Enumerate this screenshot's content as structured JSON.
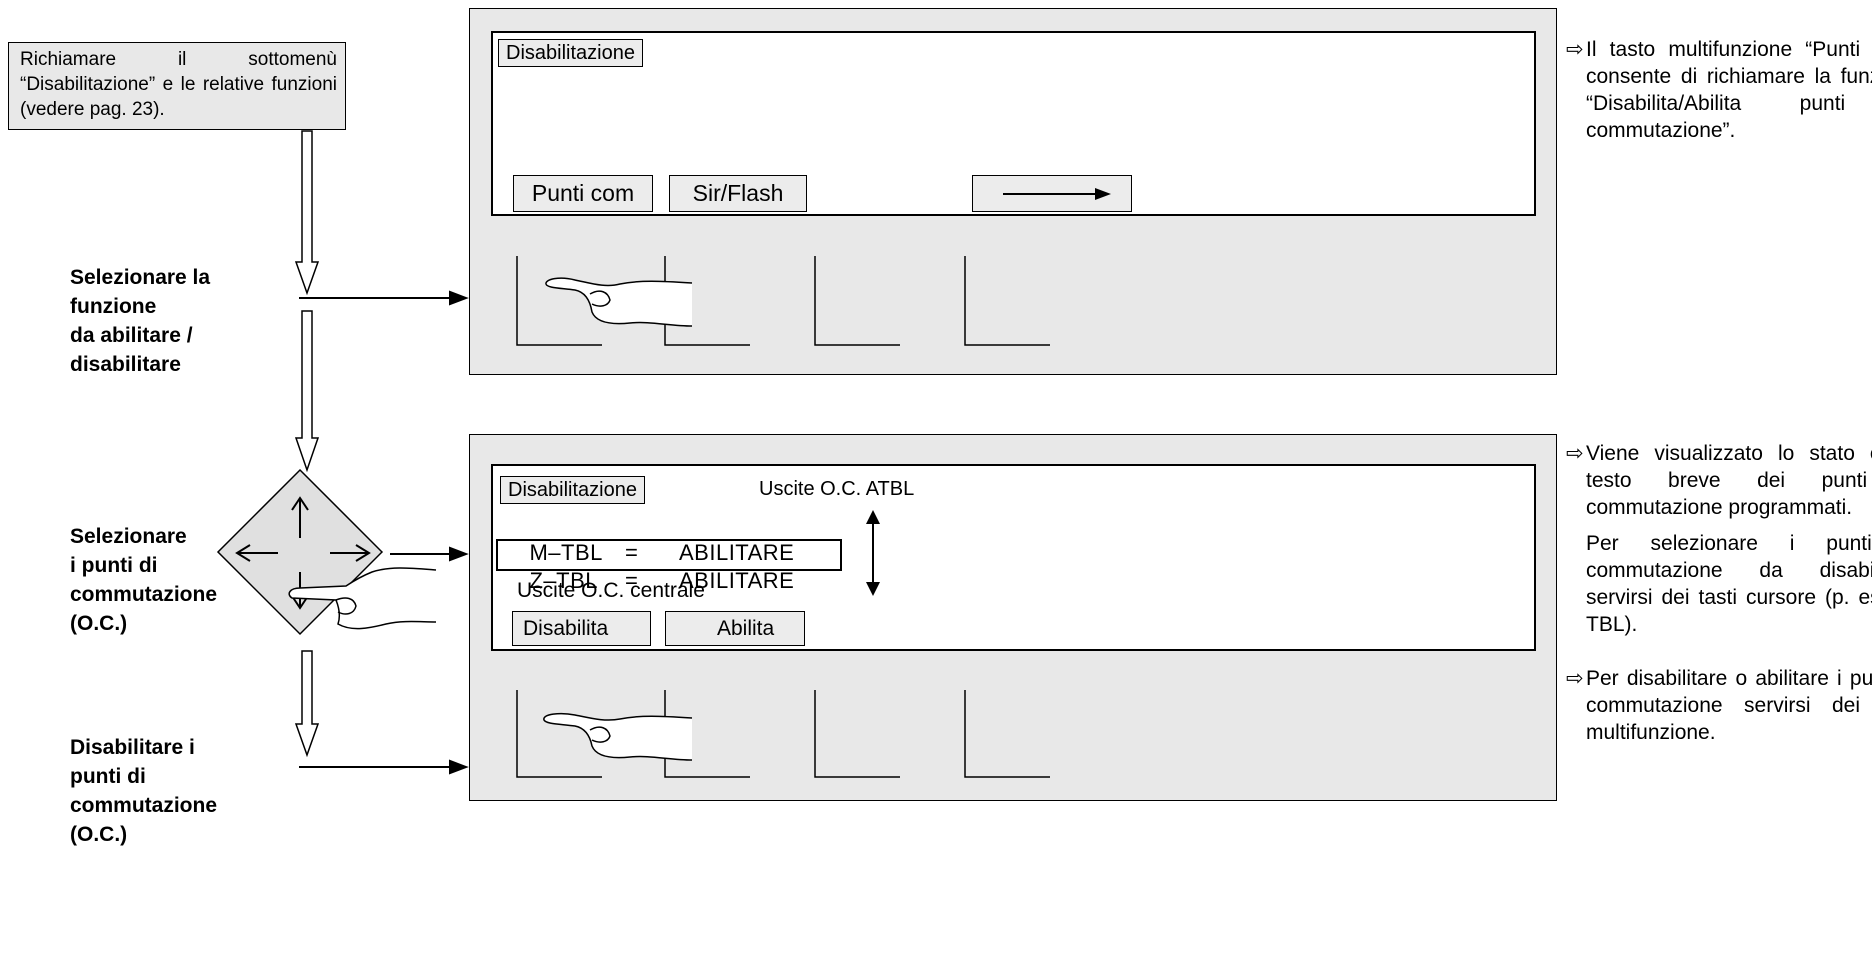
{
  "intro_box": {
    "text": "Richiamare il sottomenù “Disabilitazione” e le relative funzioni (vedere pag. 23)."
  },
  "steps": [
    {
      "label_lines": [
        "Selezionare la",
        "funzione",
        "da abilitare /",
        "disabilitare"
      ]
    },
    {
      "label_lines": [
        "Selezionare",
        "i punti di",
        "commutazione",
        "(O.C.)"
      ]
    },
    {
      "label_lines": [
        "Disabilitare i",
        "punti di",
        "commutazione",
        "(O.C.)"
      ]
    }
  ],
  "panel1": {
    "menu_tag": "Disabilitazione",
    "softkeys": [
      "Punti com",
      "Sir/Flash"
    ]
  },
  "panel2": {
    "menu_tag": "Disabilitazione",
    "header": "Uscite O.C. ATBL",
    "rows": [
      {
        "name": "M–TBL",
        "eq": "=",
        "value": "ABILITARE"
      },
      {
        "name": "Z–TBL",
        "eq": "=",
        "value": "ABILITARE"
      }
    ],
    "group_label": "Uscite O.C. centrale",
    "softkeys": [
      "Disabilita",
      "Abilita"
    ]
  },
  "notes": [
    {
      "arrow": "⇨",
      "text": "Il tasto multifunzione “Punti com” consente di richiamare la funzione “Disabilita/Abilita punti di commutazione”."
    },
    {
      "arrow": "⇨",
      "text": "Viene visualizzato lo stato e un testo breve dei punti di commutazione programmati."
    },
    {
      "arrow": "",
      "text": "Per selezionare i punti di commutazione da disabilitare servirsi dei tasti cursore (p. es. Z–TBL)."
    },
    {
      "arrow": "⇨",
      "text": "Per disabilitare o abilitare i punti di commutazione servirsi dei tasti multifunzione."
    }
  ],
  "icons": {
    "cursor_pad": [
      "arrow-up-icon",
      "arrow-left-icon",
      "arrow-right-icon",
      "arrow-down-icon"
    ],
    "pointing_hand": "pointing-hand-icon",
    "scroll": "up-down-arrow-icon",
    "softkey_arrow": "right-arrow-icon"
  },
  "colors": {
    "panel_bg": "#e8e8e8",
    "screen_bg": "#ffffff",
    "line": "#000000"
  }
}
